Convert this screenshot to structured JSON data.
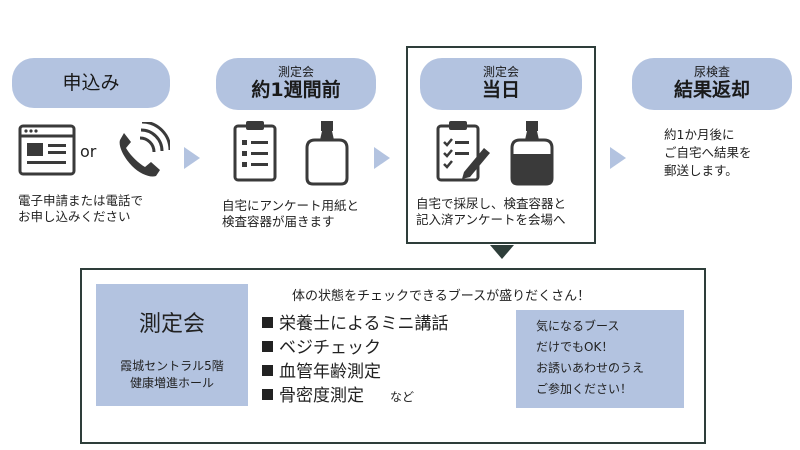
{
  "steps": [
    {
      "sub": "",
      "main": "申込み",
      "desc": [
        "電子申請または電話で",
        "お申し込みください"
      ]
    },
    {
      "sub": "測定会",
      "main": "約1週間前",
      "desc": [
        "自宅にアンケート用紙と",
        "検査容器が届きます"
      ]
    },
    {
      "sub": "測定会",
      "main": "当日",
      "desc": [
        "自宅で採尿し、検査容器と",
        "記入済アンケートを会場へ"
      ]
    },
    {
      "sub": "尿検査",
      "main": "結果返却",
      "desc": [
        "約1か月後に",
        "ご自宅へ結果を",
        "郵送します。"
      ]
    }
  ],
  "or_label": "or",
  "colors": {
    "pill": "#b3c3e0",
    "dark": "#2e3e3a",
    "icon": "#3a3a3a"
  },
  "event": {
    "title": "測定会",
    "venue": [
      "霞城セントラル5階",
      "健康増進ホール"
    ],
    "headline": "体の状態をチェックできるブースが盛りだくさん！",
    "items": [
      "栄養士によるミニ講話",
      "ベジチェック",
      "血管年齢測定",
      "骨密度測定"
    ],
    "etc": "など",
    "invite": [
      "気になるブース",
      "だけでもOK！",
      "お誘いあわせのうえ",
      "ご参加ください！"
    ]
  },
  "icons": [
    "browser-form-icon",
    "phone-icon",
    "checklist-icon",
    "container-icon",
    "clipboard-pen-icon",
    "filled-container-icon"
  ]
}
